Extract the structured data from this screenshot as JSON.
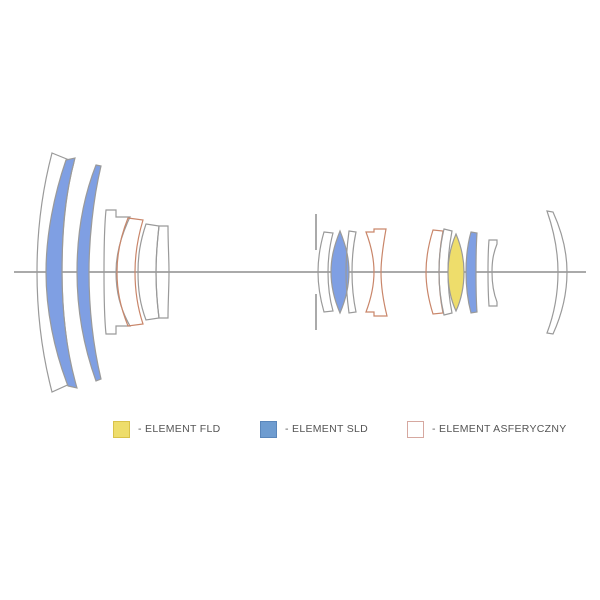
{
  "colors": {
    "fld_fill": "#EEDD6B",
    "sld_fill": "#7F9FE3",
    "aspherical_stroke": "#C9866A",
    "standard_stroke": "#9A9A9A",
    "axis_stroke": "#555555",
    "background": "#FFFFFF"
  },
  "legend": {
    "fld": {
      "label": "- ELEMENT FLD",
      "swatch_fill": "#EEDD6B",
      "swatch_stroke": "#D9C24A"
    },
    "sld": {
      "label": "- ELEMENT SLD",
      "swatch_fill": "#6E9CD0",
      "swatch_stroke": "#5A86BA"
    },
    "aspherical": {
      "label": "- ELEMENT ASFERYCZNY",
      "swatch_fill": "#FFFFFF",
      "swatch_stroke": "#D6A8A0"
    }
  }
}
